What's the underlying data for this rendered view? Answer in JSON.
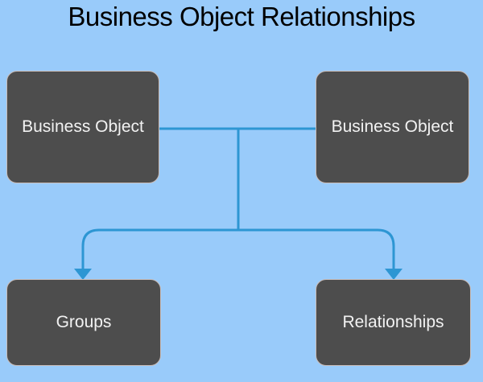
{
  "title": "Business Object Relationships",
  "nodes": [
    {
      "id": "business-object-left",
      "label": "Business Object"
    },
    {
      "id": "business-object-right",
      "label": "Business Object"
    },
    {
      "id": "groups",
      "label": "Groups"
    },
    {
      "id": "relationships",
      "label": "Relationships"
    }
  ],
  "edges": [
    {
      "from": "business-object-left",
      "to": "business-object-right",
      "style": "plain-line"
    },
    {
      "from": "business-objects-junction",
      "to": "groups",
      "style": "arrow"
    },
    {
      "from": "business-objects-junction",
      "to": "relationships",
      "style": "arrow"
    }
  ],
  "colors": {
    "background": "#99CBFA",
    "connector": "#2D96D3",
    "node_fill": "#4D4D4D",
    "node_border": "#C9BDB9",
    "node_text": "#F2F2F2",
    "title_text": "#000000"
  }
}
